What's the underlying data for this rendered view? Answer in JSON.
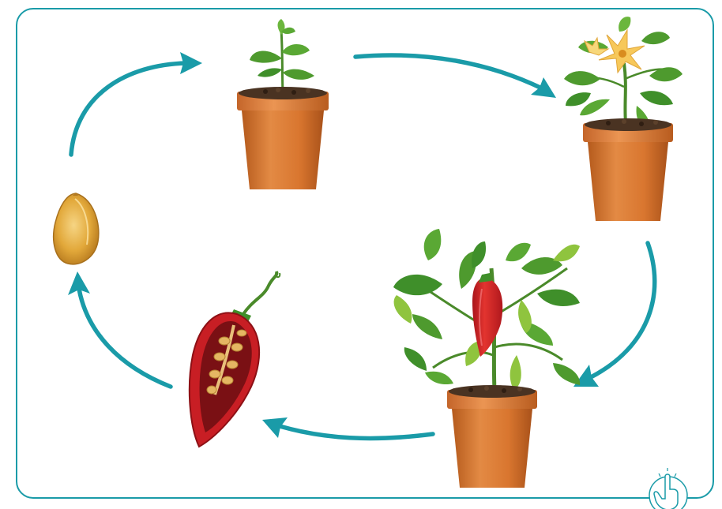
{
  "diagram": {
    "kind": "plant-life-cycle",
    "stages": [
      {
        "id": "seed",
        "icon": "seed-icon"
      },
      {
        "id": "seedling",
        "icon": "seedling-pot-icon"
      },
      {
        "id": "flowering-plant",
        "icon": "flowering-plant-pot-icon"
      },
      {
        "id": "fruiting-plant",
        "icon": "pepper-plant-pot-icon"
      },
      {
        "id": "fruit-cross-section",
        "icon": "pepper-cross-section-icon"
      }
    ],
    "cycle_order": [
      "seed",
      "seedling",
      "flowering-plant",
      "fruiting-plant",
      "fruit-cross-section",
      "seed"
    ]
  },
  "colors": {
    "frame": "#1a9ba8",
    "arrow": "#1a9ba8",
    "pot": "#d9762f",
    "pot_dark": "#b55a1c",
    "soil": "#4a3322",
    "leaf": "#3f8f2a",
    "leaf_light": "#8fc43e",
    "flower": "#f7c85a",
    "pepper": "#d8252a",
    "seed": "#e2a83a"
  },
  "corner_icon": "pointing-hand-icon"
}
